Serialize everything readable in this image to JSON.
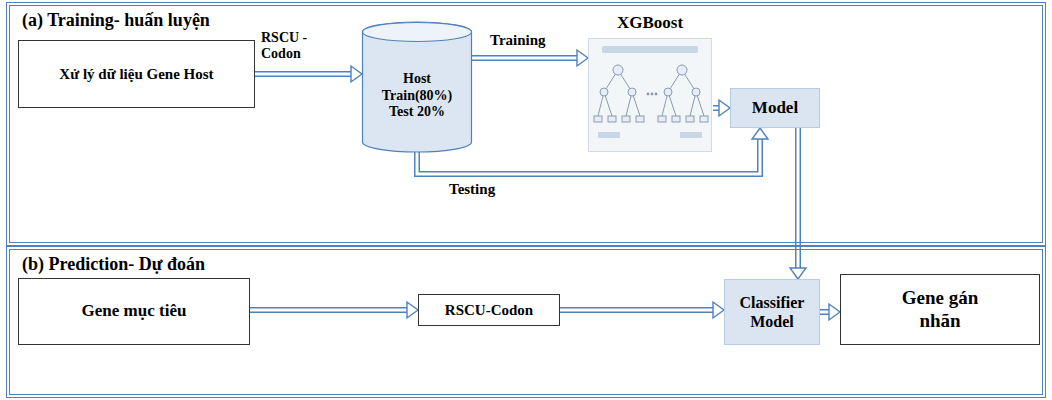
{
  "diagram": {
    "nodes": [
      {
        "text": [
          "(a) Training- huấn luyện"
        ]
      },
      {
        "text": [
          "Xử lý dữ liệu Gene Host"
        ],
        "in": 0
      },
      {
        "text": [
          "Host Train(80%) Test 20%"
        ],
        "in": 0
      },
      {
        "text": [
          "XGBoost"
        ],
        "in": 0
      },
      {
        "text": [
          "Model"
        ],
        "in": 0
      },
      {
        "text": [
          "(b) Prediction- Dự đoán"
        ]
      },
      {
        "text": [
          "Gene mục tiêu"
        ],
        "in": 5
      },
      {
        "text": [
          "RSCU-Codon"
        ],
        "in": 5
      },
      {
        "text": [
          "Classifier Model"
        ],
        "in": 5
      },
      {
        "text": [
          "Gene gán nhãn"
        ],
        "in": 5
      }
    ],
    "edges": [
      {
        "from": 1,
        "to": 2,
        "label": "RSCU -Codon",
        "arrow": "to"
      },
      {
        "from": 2,
        "to": 3,
        "label": "Training",
        "arrow": "to"
      },
      {
        "from": 3,
        "to": 4,
        "arrow": "to"
      },
      {
        "from": 2,
        "to": 4,
        "label": "Testing",
        "arrow": "to"
      },
      {
        "from": 4,
        "to": 8,
        "arrow": "to"
      },
      {
        "from": 6,
        "to": 7,
        "arrow": "to"
      },
      {
        "from": 7,
        "to": 8,
        "arrow": "to"
      },
      {
        "from": 8,
        "to": 9,
        "arrow": "to"
      }
    ]
  }
}
